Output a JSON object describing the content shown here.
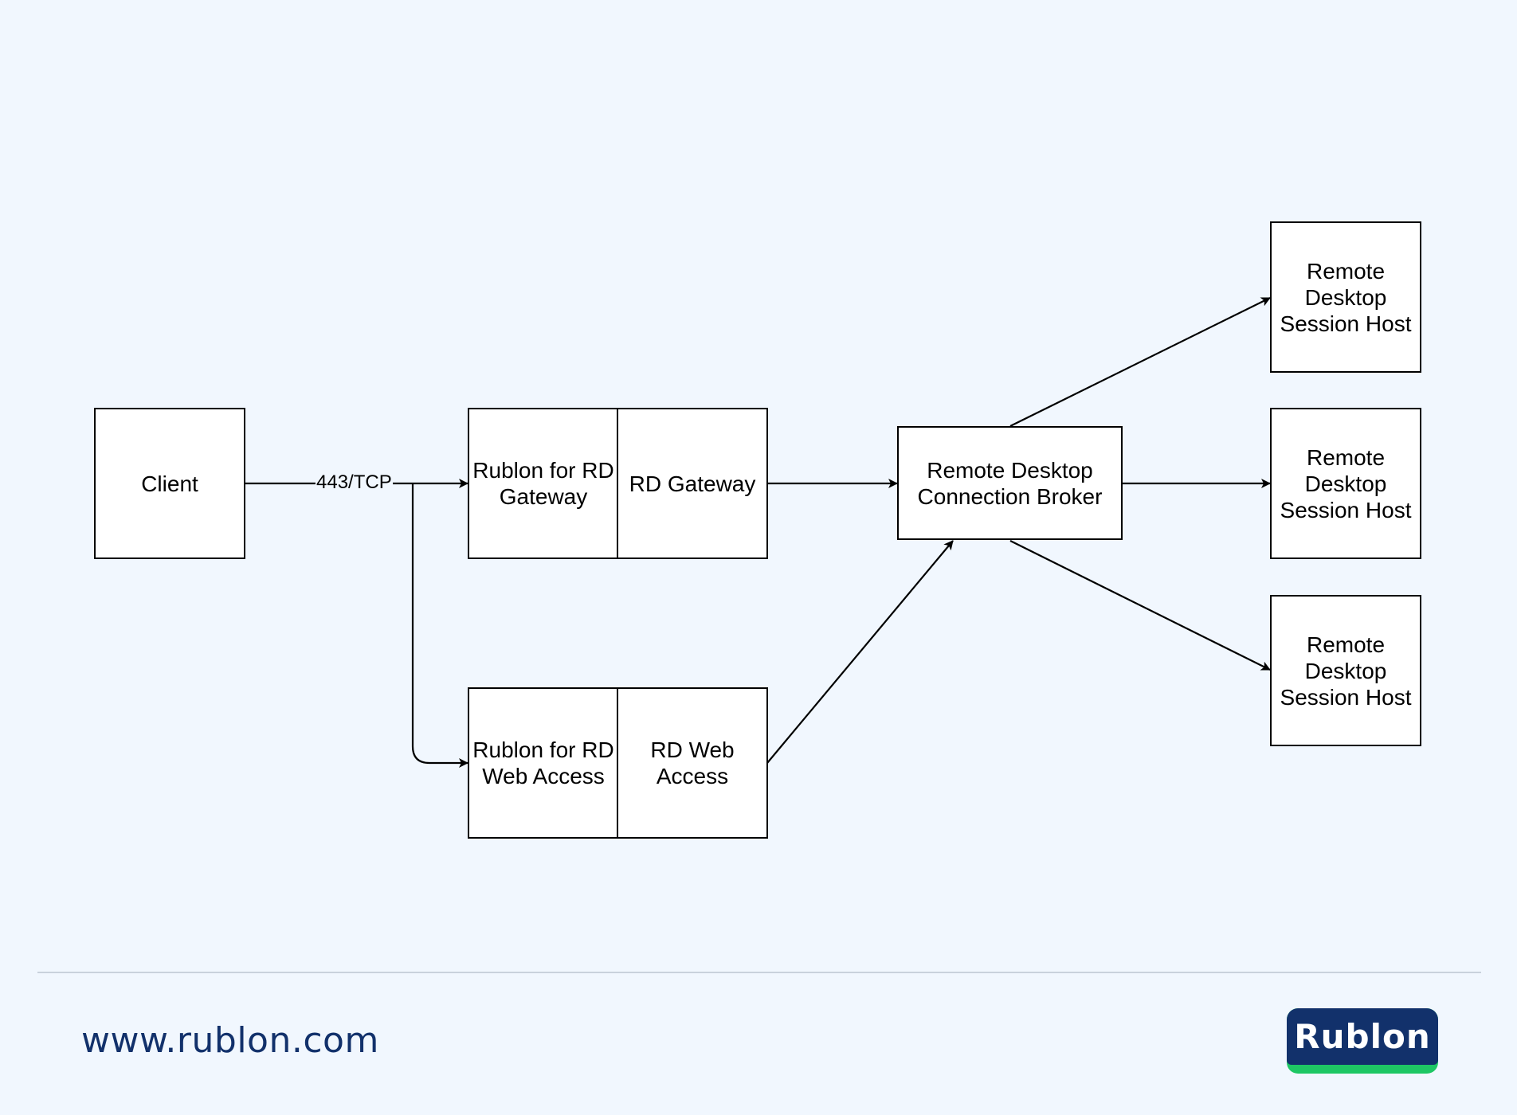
{
  "nodes": {
    "client": "Client",
    "rublon_rd_gateway": "Rublon for RD Gateway",
    "rd_gateway": "RD Gateway",
    "connection_broker": "Remote Desktop Connection Broker",
    "rublon_rd_web_access": "Rublon for RD Web Access",
    "rd_web_access": "RD Web Access",
    "session_host_1": "Remote Desktop Session Host",
    "session_host_2": "Remote Desktop Session Host",
    "session_host_3": "Remote Desktop Session Host"
  },
  "edges": {
    "client_label": "443/TCP"
  },
  "footer": {
    "url": "www.rublon.com",
    "logo_text": "Rublon"
  },
  "colors": {
    "background": "#f1f7fe",
    "brand_navy": "#12316b",
    "brand_green": "#1ec764",
    "divider": "#c9d2dc"
  }
}
